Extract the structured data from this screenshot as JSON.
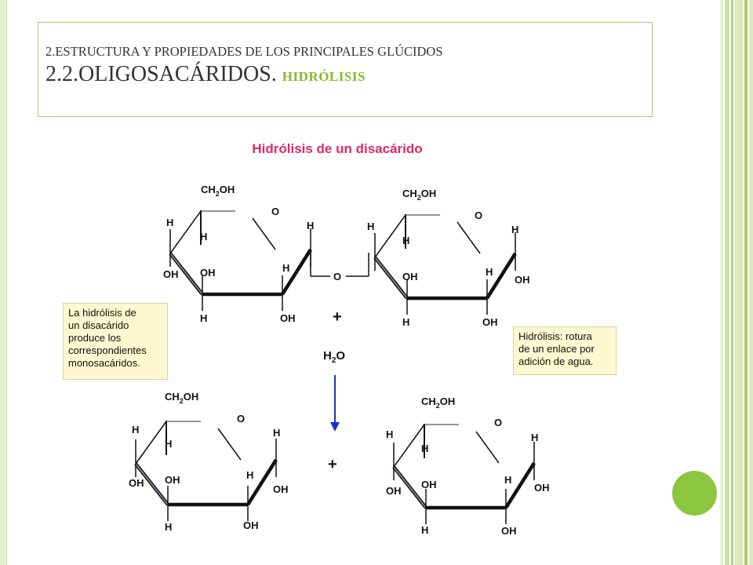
{
  "slide": {
    "heading_small": "2.ESTRUCTURA Y PROPIEDADES DE LOS PRINCIPALES GLÚCIDOS",
    "heading_large": "2.2.OLIGOSACÁRIDOS.",
    "heading_suffix": "HIDRÓLISIS"
  },
  "diagram": {
    "title": "Hidrólisis de un disacárido",
    "atoms": {
      "ch2oh": "CH",
      "ch2oh_sub": "2",
      "ch2oh_tail": "OH",
      "o": "O",
      "h": "H",
      "oh": "OH"
    },
    "plus": "+",
    "water": "H",
    "water_sub": "2",
    "water_tail": "O"
  },
  "notes": {
    "left": [
      "La hidrólisis de",
      "un disacárido",
      "produce los",
      "correspondientes",
      "monosacáridos."
    ],
    "right": [
      "Hidrólisis: rotura",
      "de un enlace por",
      "adición de agua."
    ]
  },
  "colors": {
    "diagram_title": "#e2286a",
    "heading_suffix": "#8bb62c",
    "accent_dot": "#8cc63f",
    "arrow": "#1a2fd0",
    "note_bg": "#fdf8cf"
  }
}
